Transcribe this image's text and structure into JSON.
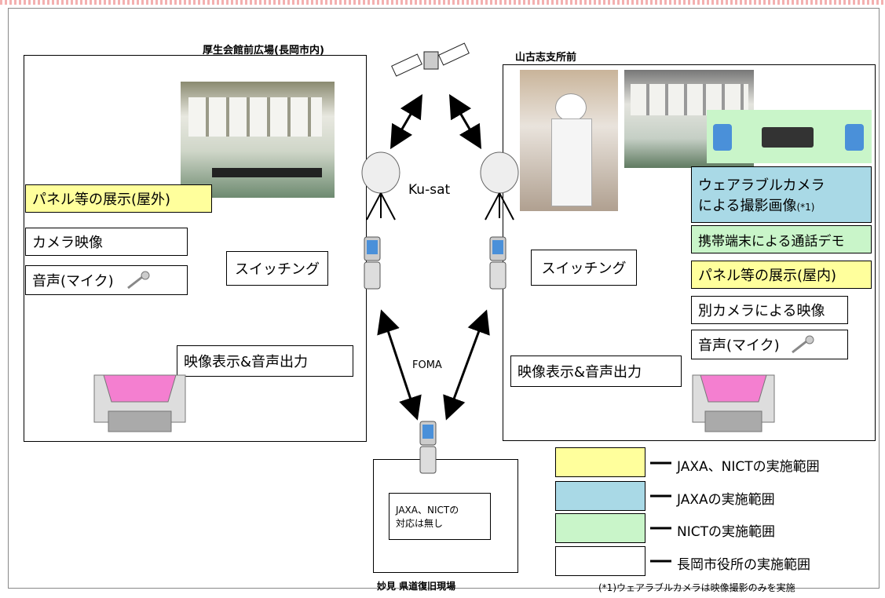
{
  "left_site": {
    "title": "厚生会館前広場(長岡市内)",
    "panel_outdoor": "パネル等の展示(屋外)",
    "camera": "カメラ映像",
    "audio": "音声(マイク)",
    "switching": "スイッチング",
    "display": "映像表示&音声出力"
  },
  "right_site": {
    "title": "山古志支所前",
    "wearable_line1": "ウェアラブルカメラ",
    "wearable_line2": "による撮影画像",
    "wearable_note": "(*1)",
    "call_demo": "携帯端末による通話デモ",
    "panel_indoor": "パネル等の展示(屋内)",
    "other_camera": "別カメラによる映像",
    "audio": "音声(マイク)",
    "switching": "スイッチング",
    "display": "映像表示&音声出力"
  },
  "links": {
    "ku_sat": "Ku-sat",
    "foma": "FOMA"
  },
  "bottom_site": {
    "line1": "JAXA、NICTの",
    "line2": "対応は無し",
    "caption": "妙見 県道復旧現場"
  },
  "legend": {
    "items": [
      {
        "label": "JAXA、NICTの実施範囲",
        "color": "#ffff9c"
      },
      {
        "label": "JAXAの実施範囲",
        "color": "#a9d9e6"
      },
      {
        "label": "NICTの実施範囲",
        "color": "#c9f5c9"
      },
      {
        "label": "長岡市役所の実施範囲",
        "color": "#ffffff"
      }
    ],
    "footnote": "(*1)ウェアラブルカメラは映像撮影のみを実施"
  }
}
